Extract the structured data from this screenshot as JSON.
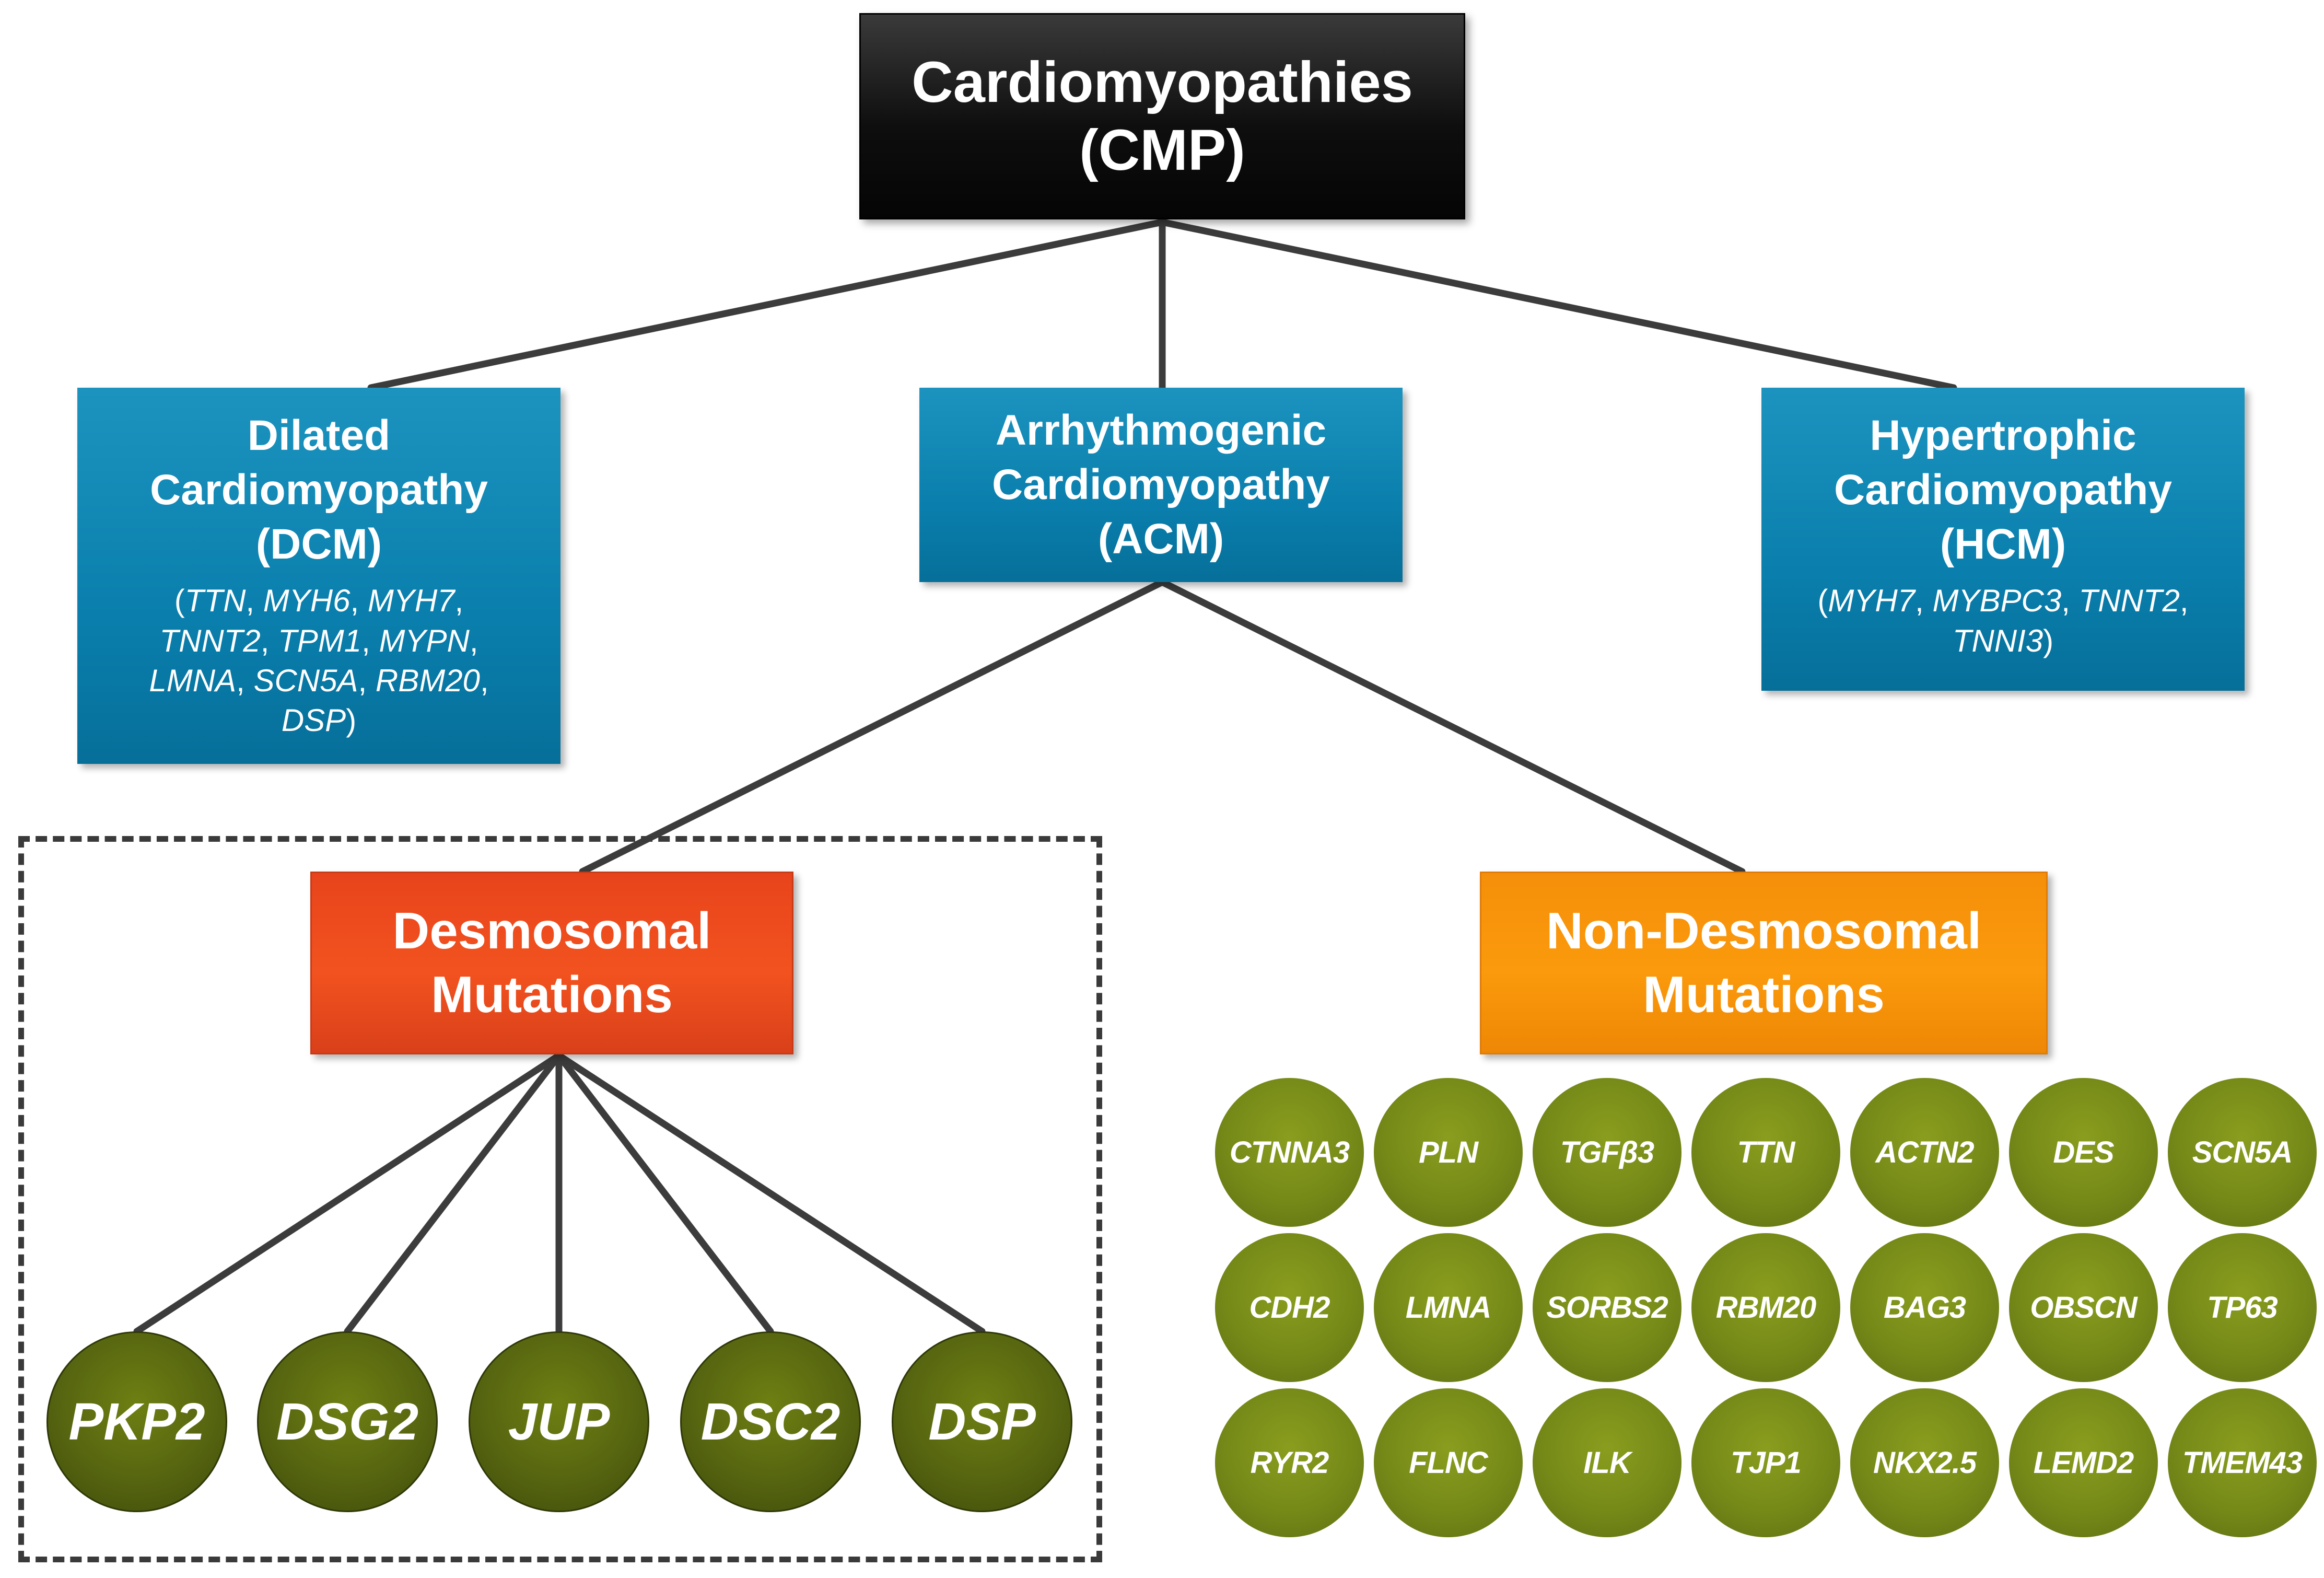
{
  "root": {
    "line1": "Cardiomyopathies",
    "line2": "(CMP)"
  },
  "categories": {
    "dcm": {
      "title_lines": [
        "Dilated",
        "Cardiomyopathy",
        "(DCM)"
      ],
      "genes": [
        "TTN",
        "MYH6",
        "MYH7",
        "TNNT2",
        "TPM1",
        "MYPN",
        "LMNA",
        "SCN5A",
        "RBM20",
        "DSP"
      ]
    },
    "acm": {
      "title_lines": [
        "Arrhythmogenic",
        "Cardiomyopathy",
        "(ACM)"
      ]
    },
    "hcm": {
      "title_lines": [
        "Hypertrophic",
        "Cardiomyopathy",
        "(HCM)"
      ],
      "genes": [
        "MYH7",
        "MYBPC3",
        "TNNT2",
        "TNNI3"
      ]
    }
  },
  "mutation_groups": {
    "desmosomal": {
      "label_lines": [
        "Desmosomal",
        "Mutations"
      ],
      "genes": [
        "PKP2",
        "DSG2",
        "JUP",
        "DSC2",
        "DSP"
      ]
    },
    "non_desmosomal": {
      "label_lines": [
        "Non-Desmosomal",
        "Mutations"
      ],
      "genes": [
        "CTNNA3",
        "PLN",
        "TGFβ3",
        "TTN",
        "ACTN2",
        "DES",
        "SCN5A",
        "CDH2",
        "LMNA",
        "SORBS2",
        "RBM20",
        "BAG3",
        "OBSCN",
        "TP63",
        "RYR2",
        "FLNC",
        "ILK",
        "TJP1",
        "NKX2.5",
        "LEMD2",
        "TMEM43"
      ]
    }
  },
  "colors": {
    "root": "#0e0e0e",
    "category": "#0a7fad",
    "desmosomal": "#f2521f",
    "non_desmosomal": "#fb9a0c",
    "desmosomal_gene": "#566510",
    "non_desmosomal_gene": "#758918",
    "connector": "#3c3c3c"
  }
}
